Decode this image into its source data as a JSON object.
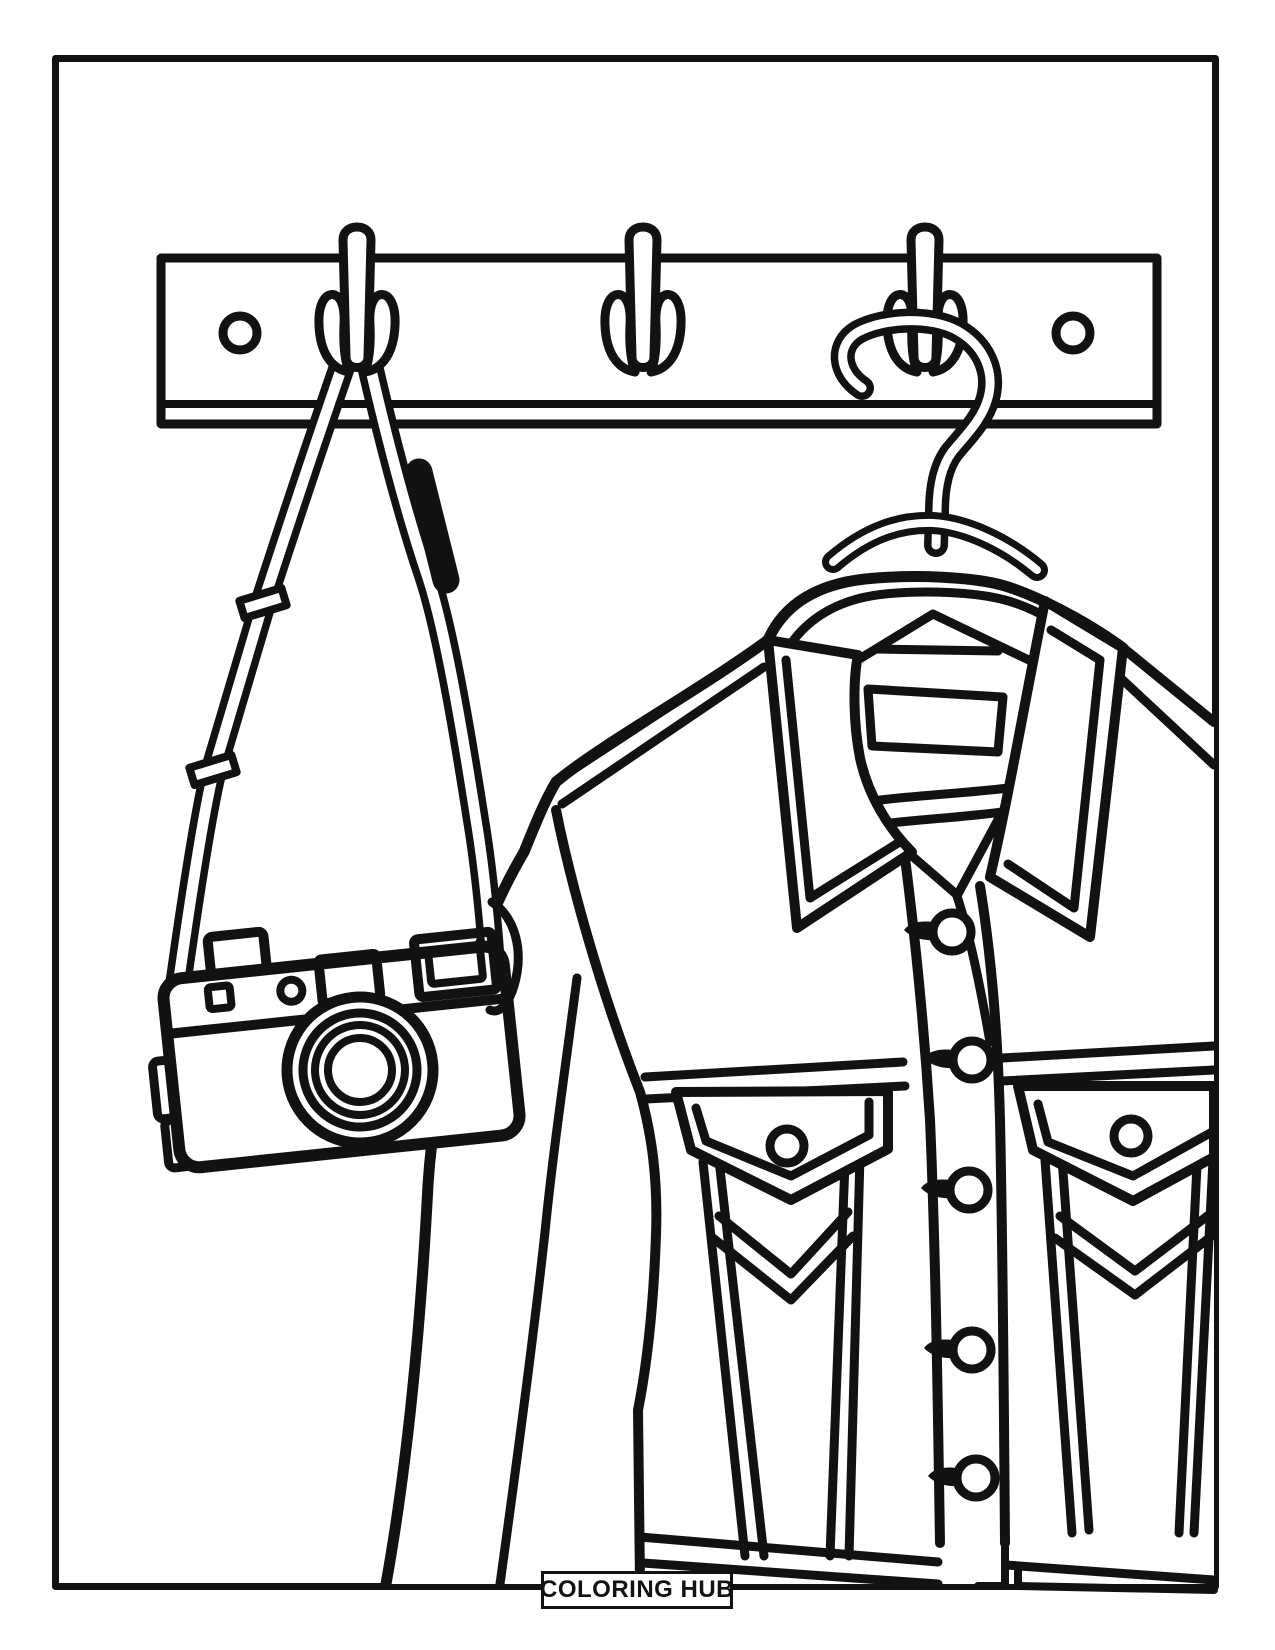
{
  "page": {
    "type": "coloring-page",
    "background_color": "#ffffff",
    "line_color": "#121212"
  },
  "footer": {
    "label": "COLORING HUB"
  },
  "scene": {
    "objects": [
      {
        "name": "page-border-frame"
      },
      {
        "name": "wall-coat-rack",
        "details": [
          "left-screw",
          "right-screw",
          "left-hook",
          "middle-hook",
          "right-hook"
        ]
      },
      {
        "name": "camera-strap",
        "details": [
          "left-band",
          "right-band",
          "adjuster-buckle-upper",
          "adjuster-buckle-lower"
        ]
      },
      {
        "name": "vintage-camera",
        "details": [
          "viewfinder-bump",
          "shutter-button-square",
          "small-dial",
          "viewfinder-window",
          "rangefinder-window",
          "lens-rings",
          "strap-lugs"
        ]
      },
      {
        "name": "clothes-hanger",
        "details": [
          "hanger-hook",
          "hanger-neck",
          "hanger-shoulder-bar"
        ]
      },
      {
        "name": "denim-jacket",
        "details": [
          "collar-left-lapel",
          "collar-right-lapel",
          "neck-label-tag",
          "button-placket",
          "five-buttons",
          "left-chest-pocket-flap",
          "right-chest-pocket-flap",
          "pocket-buttons",
          "chest-yoke-seam",
          "left-sleeve",
          "hem-band"
        ]
      }
    ]
  }
}
